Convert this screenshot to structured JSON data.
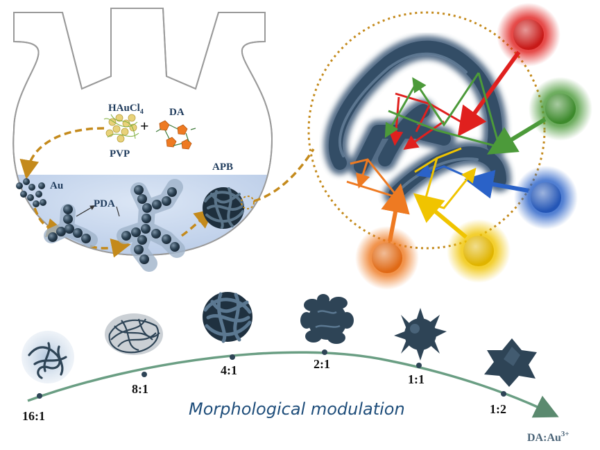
{
  "flask": {
    "reagent_gold": "HAuCl",
    "reagent_gold_subscript": "4",
    "plus": "+",
    "reagent_da": "DA",
    "reagent_pvp": "PVP",
    "label_au": "Au",
    "label_pda": "PDA",
    "label_apb": "APB"
  },
  "modulation": {
    "title": "Morphological modulation",
    "axis_label": "DA:Au",
    "axis_label_superscript": "3+",
    "ratios": [
      "16:1",
      "8:1",
      "4:1",
      "2:1",
      "1:1",
      "1:2"
    ]
  },
  "colors": {
    "flask_outline": "#999999",
    "liquid": "#c4d4ec",
    "dashed_arrow": "#c48a1c",
    "timeline": "#6a9e83",
    "nanostructure": "#2e4456",
    "probe_colors": [
      "#e0201e",
      "#4c9a3a",
      "#2a62c8",
      "#f0c400",
      "#ee7a22"
    ]
  }
}
